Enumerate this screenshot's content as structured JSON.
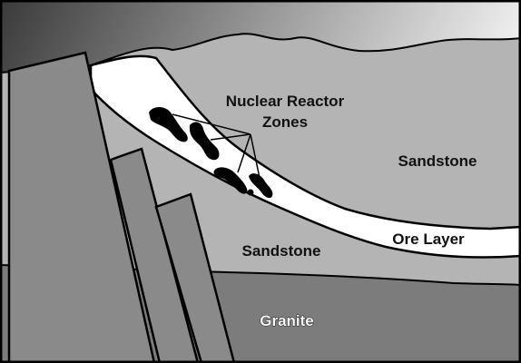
{
  "diagram": {
    "labels": {
      "reactor_line1": "Nuclear Reactor",
      "reactor_line2": "Zones",
      "sandstone_upper": "Sandstone",
      "sandstone_lower": "Sandstone",
      "ore_layer": "Ore Layer",
      "granite": "Granite"
    },
    "colors": {
      "sky_dark": "#3a3a3a",
      "sky_light": "#ffffff",
      "sandstone": "#b4b4b4",
      "ore_layer": "#ffffff",
      "granite_base": "#7c7c7c",
      "granite_blocks": "#8a8a8a",
      "outline": "#000000"
    }
  }
}
